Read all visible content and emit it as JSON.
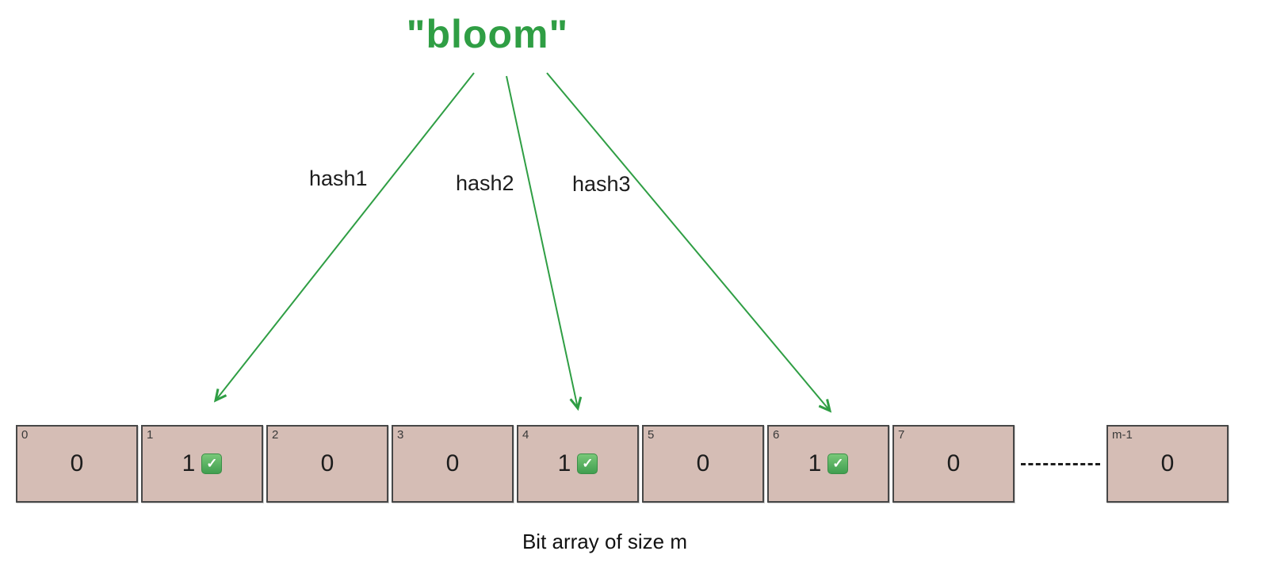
{
  "title": "\"bloom\"",
  "hashes": [
    {
      "label": "hash1",
      "target_index": "1"
    },
    {
      "label": "hash2",
      "target_index": "4"
    },
    {
      "label": "hash3",
      "target_index": "6"
    }
  ],
  "bit_array": {
    "cells": [
      {
        "index": "0",
        "value": "0",
        "checked": false
      },
      {
        "index": "1",
        "value": "1",
        "checked": true
      },
      {
        "index": "2",
        "value": "0",
        "checked": false
      },
      {
        "index": "3",
        "value": "0",
        "checked": false
      },
      {
        "index": "4",
        "value": "1",
        "checked": true
      },
      {
        "index": "5",
        "value": "0",
        "checked": false
      },
      {
        "index": "6",
        "value": "1",
        "checked": true
      },
      {
        "index": "7",
        "value": "0",
        "checked": false
      },
      {
        "index": "m-1",
        "value": "0",
        "checked": false
      }
    ],
    "check_glyph": "✓",
    "caption": "Bit array of size m"
  },
  "colors": {
    "arrow_green": "#2f9e44",
    "title_green": "#2f9e44",
    "cell_fill": "#d5bdb5",
    "cell_border": "#474747",
    "check_green": "#3f9e4f"
  }
}
